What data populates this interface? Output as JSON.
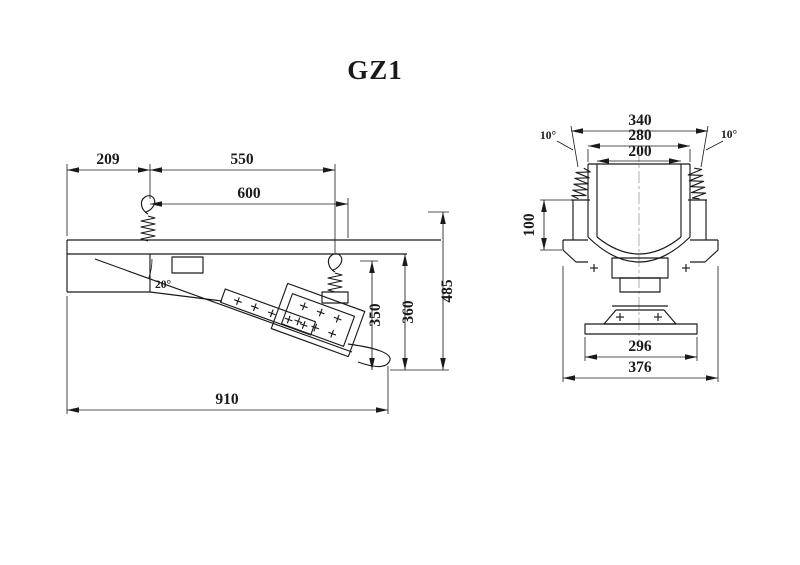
{
  "title": "GZ1",
  "side_view": {
    "dim_209": "209",
    "dim_550": "550",
    "dim_600": "600",
    "dim_910": "910",
    "dim_485": "485",
    "dim_360": "360",
    "dim_350": "350",
    "angle_20": "20°"
  },
  "front_view": {
    "dim_340": "340",
    "dim_280": "280",
    "dim_200": "200",
    "dim_100": "100",
    "dim_296": "296",
    "dim_376": "376",
    "angle_10_left": "10°",
    "angle_10_right": "10°"
  },
  "colors": {
    "line": "#1a1a1a",
    "background": "#ffffff"
  }
}
